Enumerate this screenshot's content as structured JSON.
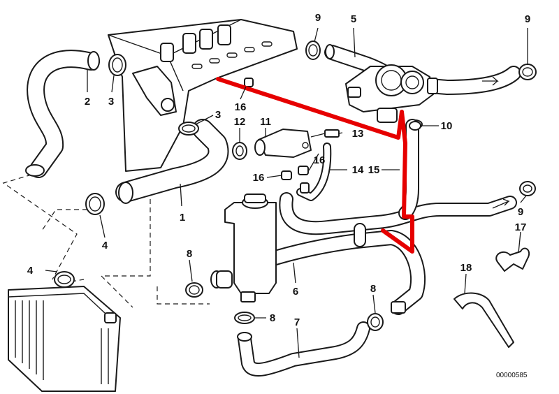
{
  "diagram": {
    "part_numbers": [
      "1",
      "2",
      "3",
      "3",
      "4",
      "4",
      "5",
      "6",
      "7",
      "8",
      "8",
      "8",
      "9",
      "9",
      "9",
      "10",
      "11",
      "12",
      "13",
      "14",
      "15",
      "16",
      "16",
      "16",
      "17",
      "18"
    ],
    "drawing_code": "00000585",
    "highlight_color": "#e60000",
    "line_color": "#1a1a1a"
  }
}
